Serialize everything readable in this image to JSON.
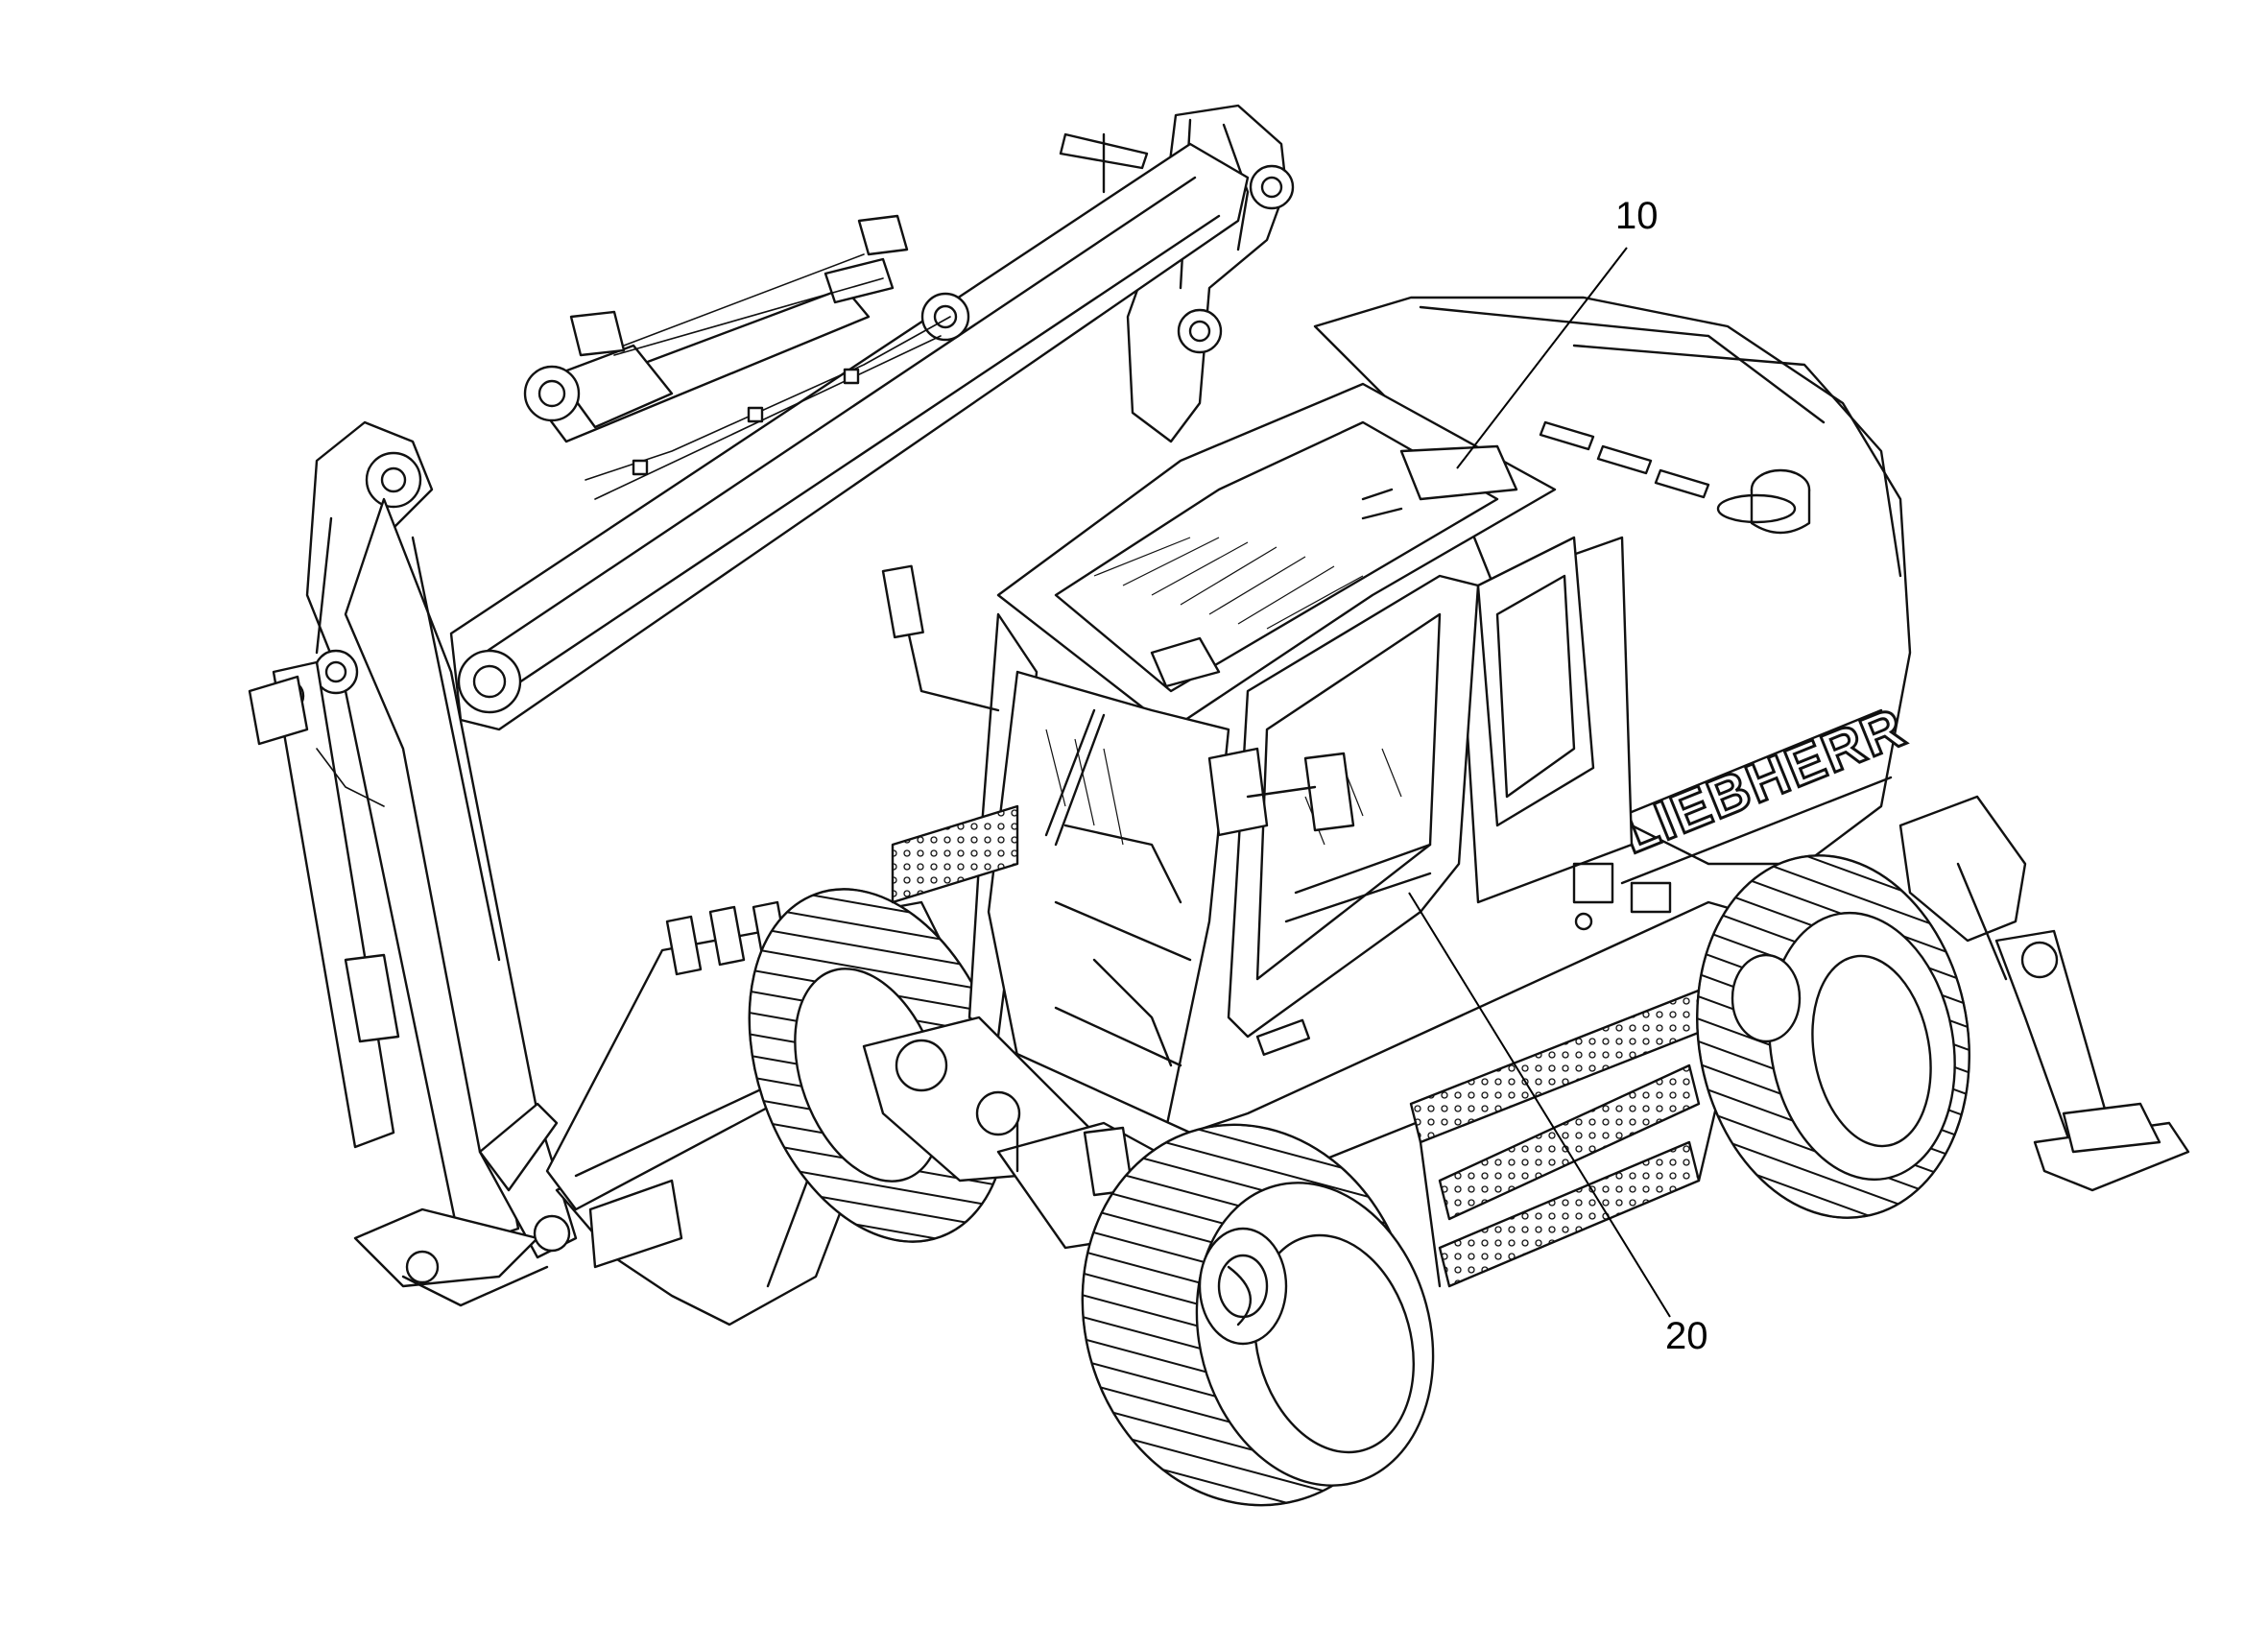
{
  "diagram": {
    "brand_text": "LIEBHERR",
    "callouts": [
      {
        "id": "10",
        "label": "10"
      },
      {
        "id": "20",
        "label": "20"
      }
    ],
    "colors": {
      "line": "#111111",
      "background": "#ffffff"
    }
  }
}
